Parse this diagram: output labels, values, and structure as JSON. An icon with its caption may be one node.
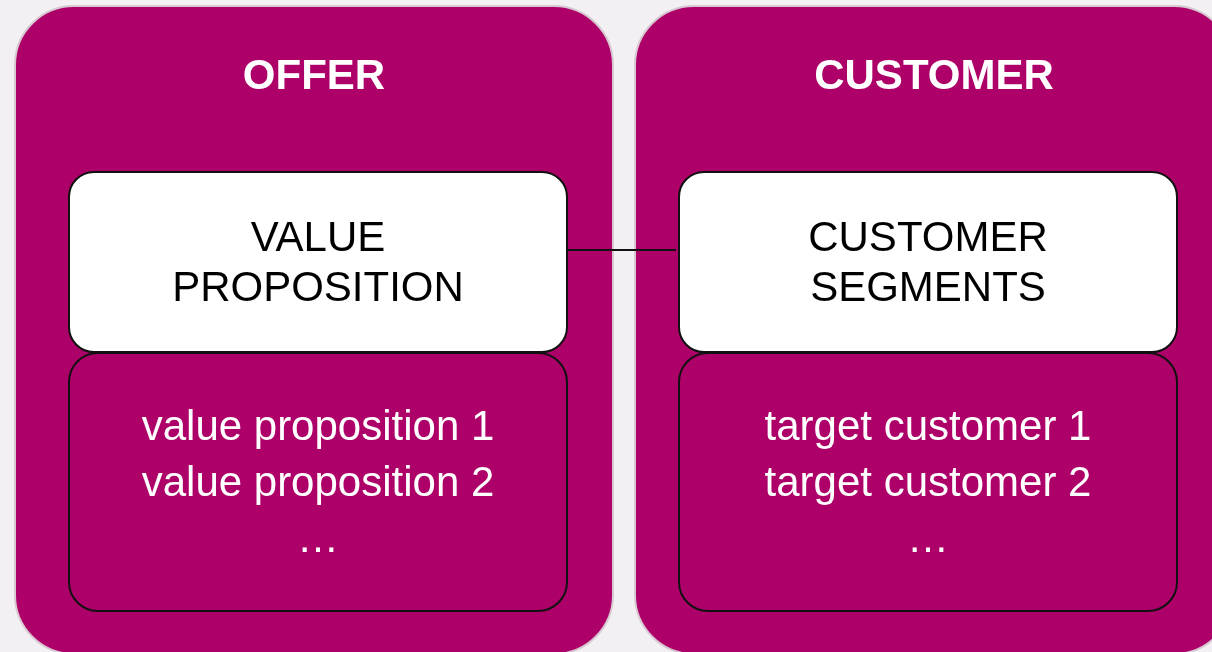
{
  "diagram": {
    "nodes": [
      {
        "text": [
          "OFFER"
        ]
      },
      {
        "text": [
          "VALUE PROPOSITION"
        ],
        "in": 0
      },
      {
        "text": [
          "value proposition 1",
          "value proposition 2",
          "…"
        ],
        "in": 0
      },
      {
        "text": [
          "CUSTOMER"
        ]
      },
      {
        "text": [
          "CUSTOMER SEGMENTS"
        ],
        "in": 3
      },
      {
        "text": [
          "target customer 1",
          "target customer 2",
          "…"
        ],
        "in": 3
      }
    ],
    "edges": [
      {
        "from": 1,
        "to": 4,
        "arrow": "none"
      }
    ]
  }
}
